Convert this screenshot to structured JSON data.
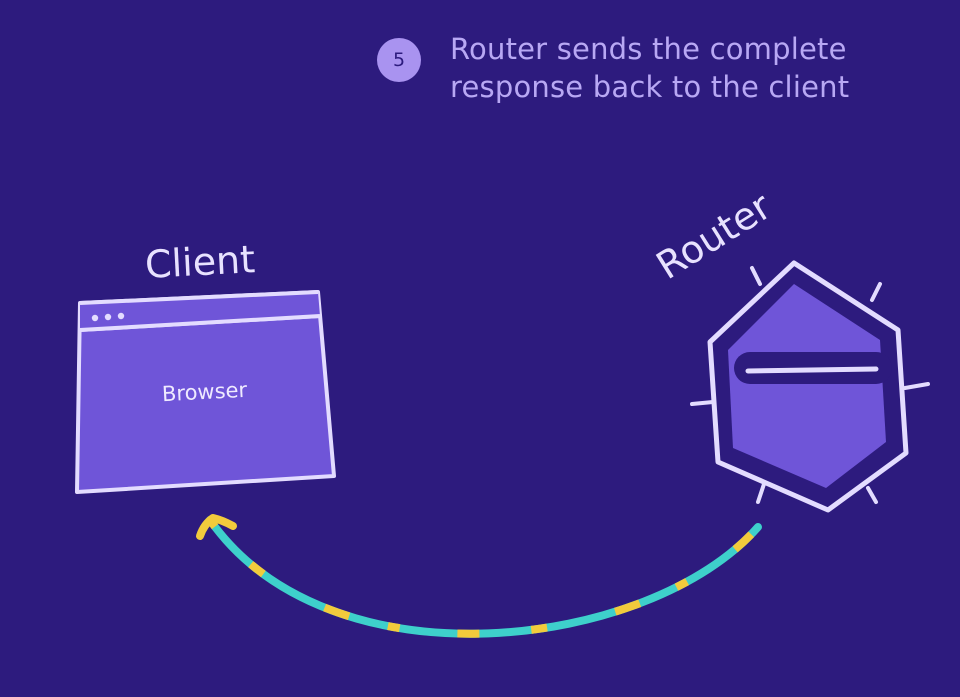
{
  "step": {
    "number": "5",
    "lines": [
      "Router sends the complete",
      "response back to the client"
    ]
  },
  "client": {
    "label": "Client",
    "window_label": "Browser"
  },
  "router": {
    "label": "Router"
  },
  "colors": {
    "background": "#2d1b7e",
    "panel_fill": "#6f55d8",
    "outline": "#e3dcff",
    "text_accent": "#b8a8f4",
    "arrow_teal": "#3ed0cb",
    "arrow_yellow": "#f2cb3c"
  }
}
